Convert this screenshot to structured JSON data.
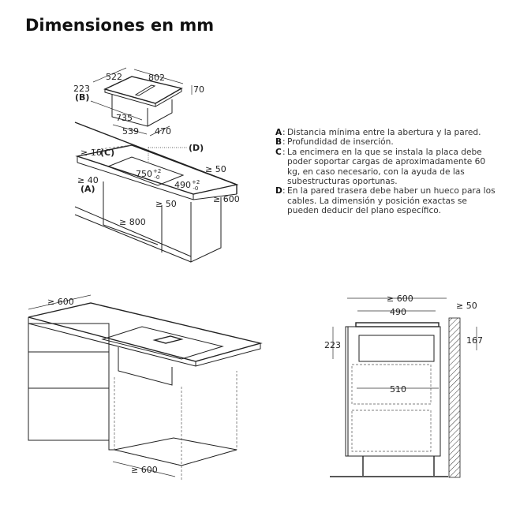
{
  "title": "Dimensiones en mm",
  "legend": [
    {
      "key": "A",
      "text": "Distancia mínima entre la abertura y la pared."
    },
    {
      "key": "B",
      "text": "Profundidad de inserción."
    },
    {
      "key": "C",
      "text": "La encimera en la que se instala la placa debe poder soportar cargas de aproximadamente 60 kg, en caso necesario, con la ayuda de las subestructuras oportunas."
    },
    {
      "key": "D",
      "text": "En la pared trasera debe haber un hueco para los cables. La dimensión y posición exactas se pueden deducir del plano específico."
    }
  ],
  "top_drawing": {
    "d522": "522",
    "d802": "802",
    "d70": "70",
    "d223": "223",
    "B": "(B)",
    "d735": "735",
    "d539": "539",
    "d470": "470",
    "c16": "≥ 16",
    "C": "(C)",
    "D": "(D)",
    "a40": "≥ 40",
    "A": "(A)",
    "d750": "750",
    "d750_tol_plus": "+2",
    "d750_tol_minus": "-0",
    "d490": "490",
    "d490_tol_plus": "+2",
    "d490_tol_minus": "-0",
    "d50_right": "≥ 50",
    "d600": "≥ 600",
    "d50_front": "≥ 50",
    "d800": "≥ 800"
  },
  "bottom_left_drawing": {
    "depth": "≥ 600",
    "width": "≥ 600"
  },
  "bottom_right_drawing": {
    "d600": "≥ 600",
    "d490": "490",
    "d50": "≥ 50",
    "d223": "223",
    "d167": "167",
    "d510": "510"
  }
}
